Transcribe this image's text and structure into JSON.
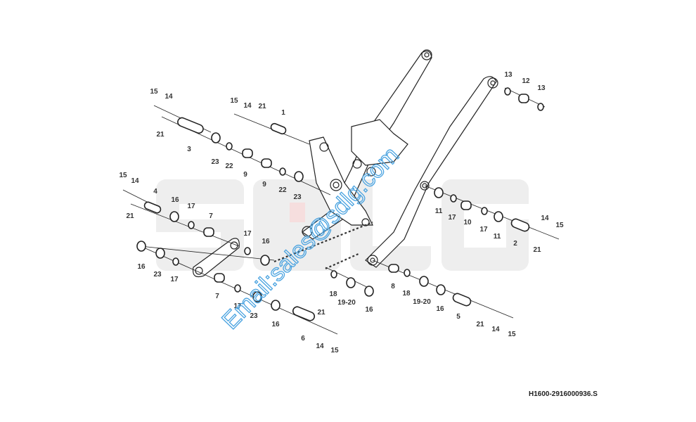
{
  "drawing_code": "H1600-2916000936.S",
  "watermark_logo": "SDLG",
  "watermark_email": "Email:sales@sdlg.com",
  "colors": {
    "line": "#222222",
    "logo": "#eeeeee",
    "logo_red": "#f6dede",
    "email": "#4aa3e0"
  },
  "callouts": [
    "15",
    "14",
    "21",
    "3",
    "23",
    "22",
    "9",
    "9",
    "22",
    "23",
    "15",
    "14",
    "21",
    "1",
    "15",
    "14",
    "21",
    "4",
    "16",
    "17",
    "7",
    "17",
    "16",
    "16",
    "23",
    "17",
    "7",
    "17",
    "23",
    "16",
    "21",
    "6",
    "14",
    "15",
    "13",
    "12",
    "13",
    "11",
    "17",
    "10",
    "17",
    "11",
    "2",
    "14",
    "15",
    "21",
    "18",
    "19-20",
    "16",
    "8",
    "18",
    "19-20",
    "16",
    "5",
    "21",
    "14",
    "15"
  ]
}
